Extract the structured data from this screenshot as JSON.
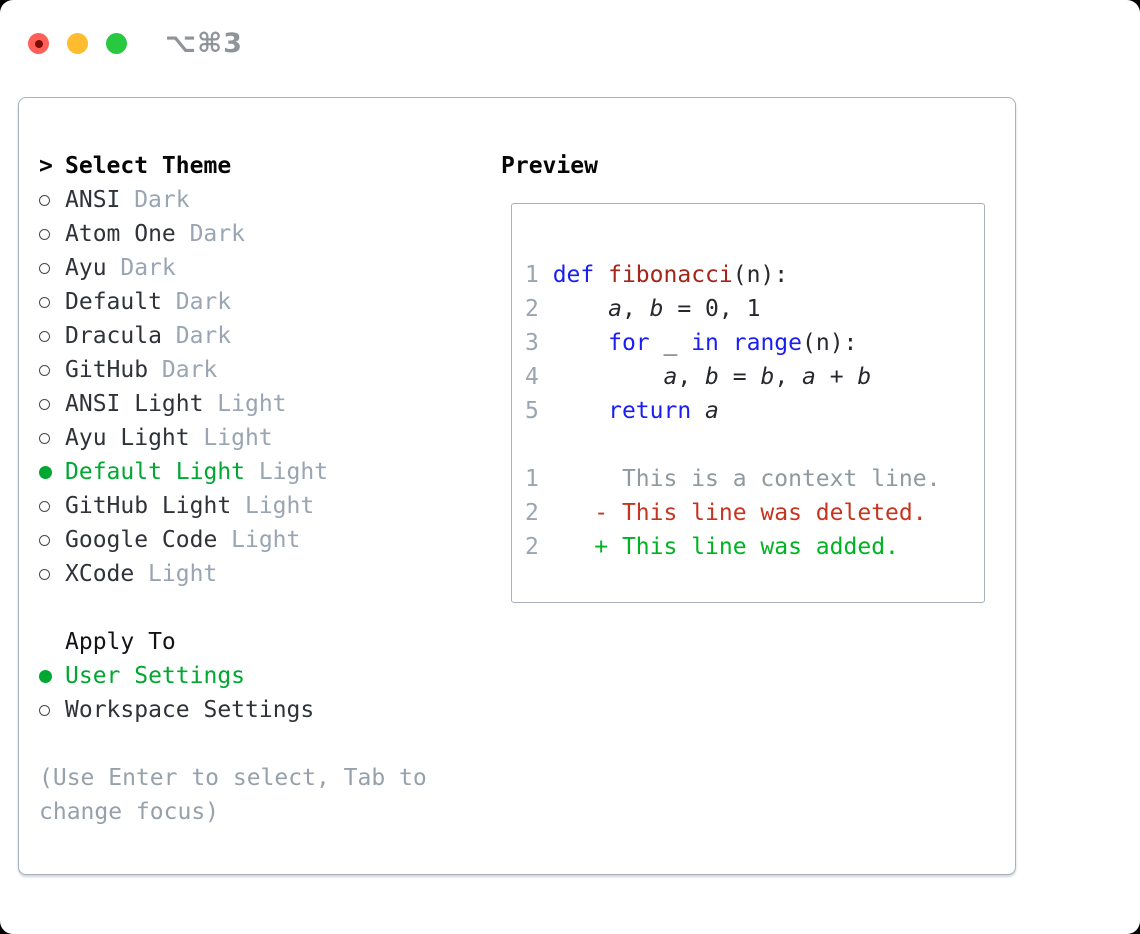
{
  "titlebar": {
    "shortcut": "⌥⌘3",
    "traffic_lights": {
      "close_color": "#ff5f57",
      "close_dot_color": "#7d0b06",
      "minimize_color": "#febc2e",
      "zoom_color": "#28c840"
    }
  },
  "theme_picker": {
    "prompt": ">",
    "title": "Select Theme",
    "items": [
      {
        "label": "ANSI",
        "variant": "Dark",
        "selected": false
      },
      {
        "label": "Atom One",
        "variant": "Dark",
        "selected": false
      },
      {
        "label": "Ayu",
        "variant": "Dark",
        "selected": false
      },
      {
        "label": "Default",
        "variant": "Dark",
        "selected": false
      },
      {
        "label": "Dracula",
        "variant": "Dark",
        "selected": false
      },
      {
        "label": "GitHub",
        "variant": "Dark",
        "selected": false
      },
      {
        "label": "ANSI Light",
        "variant": "Light",
        "selected": false
      },
      {
        "label": "Ayu Light",
        "variant": "Light",
        "selected": false
      },
      {
        "label": "Default Light",
        "variant": "Light",
        "selected": true
      },
      {
        "label": "GitHub Light",
        "variant": "Light",
        "selected": false
      },
      {
        "label": "Google Code",
        "variant": "Light",
        "selected": false
      },
      {
        "label": "XCode",
        "variant": "Light",
        "selected": false
      }
    ]
  },
  "apply_to": {
    "title": "Apply To",
    "options": [
      {
        "label": "User Settings",
        "selected": true
      },
      {
        "label": "Workspace Settings",
        "selected": false
      }
    ]
  },
  "hint": {
    "line1": "(Use Enter to select, Tab to",
    "line2": "change focus)"
  },
  "preview": {
    "title": "Preview",
    "lines": [
      [],
      [
        [
          "n",
          "1 "
        ],
        [
          "k",
          "def"
        ],
        [
          "d",
          " "
        ],
        [
          "f",
          "fibonacci"
        ],
        [
          "d",
          "(n):"
        ]
      ],
      [
        [
          "n",
          "2 "
        ],
        [
          "d",
          "    "
        ],
        [
          "v",
          "a"
        ],
        [
          "d",
          ", "
        ],
        [
          "v",
          "b"
        ],
        [
          "d",
          " = 0, 1"
        ]
      ],
      [
        [
          "n",
          "3 "
        ],
        [
          "d",
          "    "
        ],
        [
          "k",
          "for"
        ],
        [
          "d",
          " _ "
        ],
        [
          "k",
          "in"
        ],
        [
          "d",
          " "
        ],
        [
          "k",
          "range"
        ],
        [
          "d",
          "(n):"
        ]
      ],
      [
        [
          "n",
          "4 "
        ],
        [
          "d",
          "        "
        ],
        [
          "v",
          "a"
        ],
        [
          "d",
          ", "
        ],
        [
          "v",
          "b"
        ],
        [
          "d",
          " = "
        ],
        [
          "v",
          "b"
        ],
        [
          "d",
          ", "
        ],
        [
          "v",
          "a"
        ],
        [
          "d",
          " + "
        ],
        [
          "v",
          "b"
        ]
      ],
      [
        [
          "n",
          "5 "
        ],
        [
          "d",
          "    "
        ],
        [
          "k",
          "return"
        ],
        [
          "d",
          " "
        ],
        [
          "v",
          "a"
        ]
      ],
      [],
      [
        [
          "n",
          "1"
        ],
        [
          "c",
          "      This is a context line."
        ]
      ],
      [
        [
          "n",
          "2"
        ],
        [
          "d",
          "    "
        ],
        [
          "x",
          "- This line was deleted."
        ]
      ],
      [
        [
          "n",
          "2"
        ],
        [
          "d",
          "    "
        ],
        [
          "a",
          "+ This line was added."
        ]
      ]
    ]
  },
  "colors": {
    "selection_green": "#00a832",
    "keyword_blue": "#1a1ef2",
    "function_red": "#a4251a",
    "deleted_red": "#c5351f",
    "added_green": "#00b322",
    "line_number_gray": "#9ba5b1",
    "context_gray": "#8f999f",
    "variant_gray": "#9aa5b3",
    "hint_gray": "#97a1ab",
    "border_gray": "#a8b1bc",
    "text_dark": "#2f3339"
  }
}
